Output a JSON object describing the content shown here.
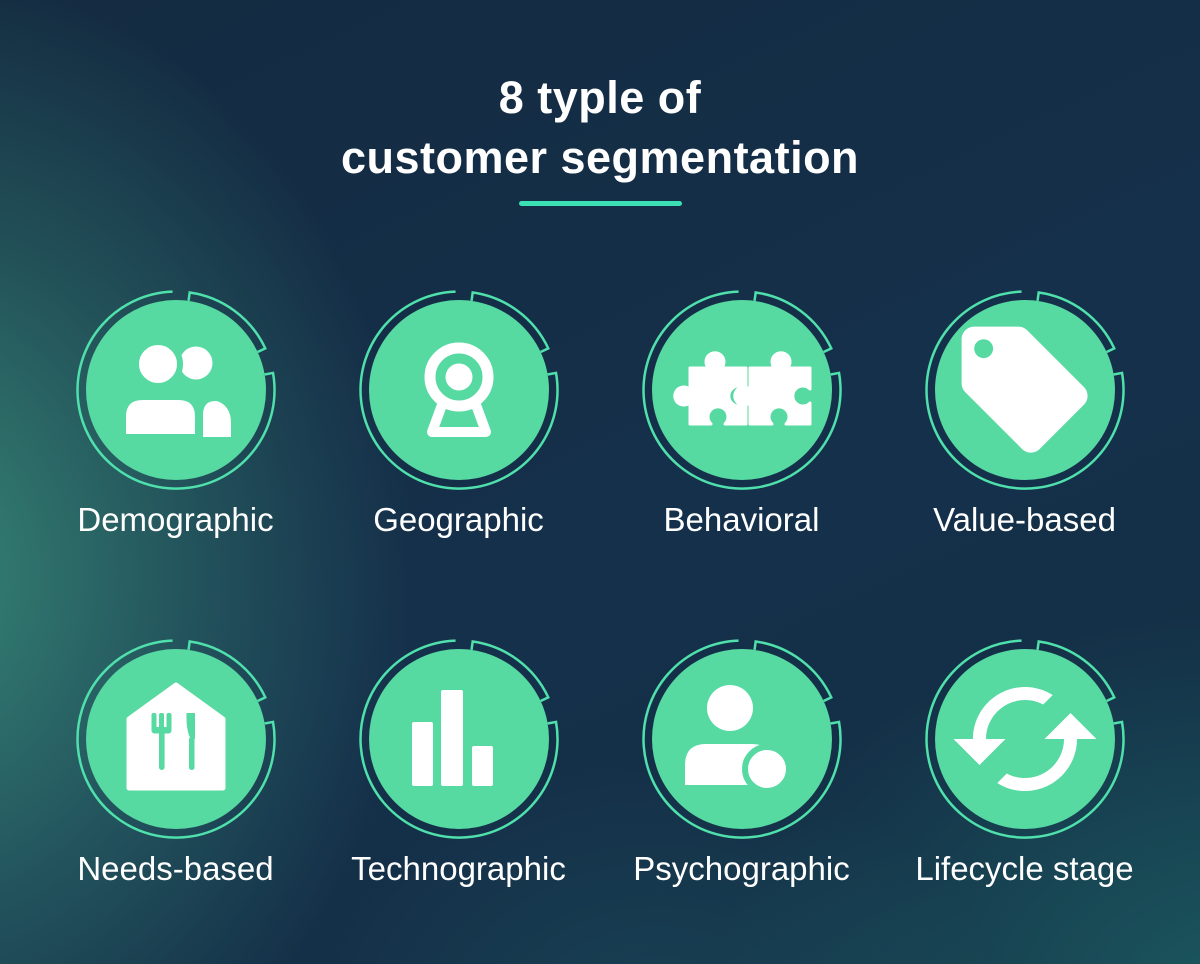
{
  "title": {
    "line1": "8 typle of",
    "line2": "customer segmentation"
  },
  "items": [
    {
      "label": "Demographic",
      "icon": "users-icon"
    },
    {
      "label": "Geographic",
      "icon": "webcam-icon"
    },
    {
      "label": "Behavioral",
      "icon": "puzzle-icon"
    },
    {
      "label": "Value-based",
      "icon": "tag-icon"
    },
    {
      "label": "Needs-based",
      "icon": "house-cutlery-icon"
    },
    {
      "label": "Technographic",
      "icon": "bar-chart-icon"
    },
    {
      "label": "Psychographic",
      "icon": "person-icon"
    },
    {
      "label": "Lifecycle stage",
      "icon": "sync-icon"
    }
  ],
  "colors": {
    "background_navy": "#15304b",
    "glow_teal": "#57d9a2",
    "circle_fill": "#57d9a2",
    "ring_stroke": "#4fe0ac",
    "icon_white": "#ffffff",
    "underline_teal": "#3be0b4",
    "title_text": "#ffffff",
    "label_text": "#ffffff"
  }
}
